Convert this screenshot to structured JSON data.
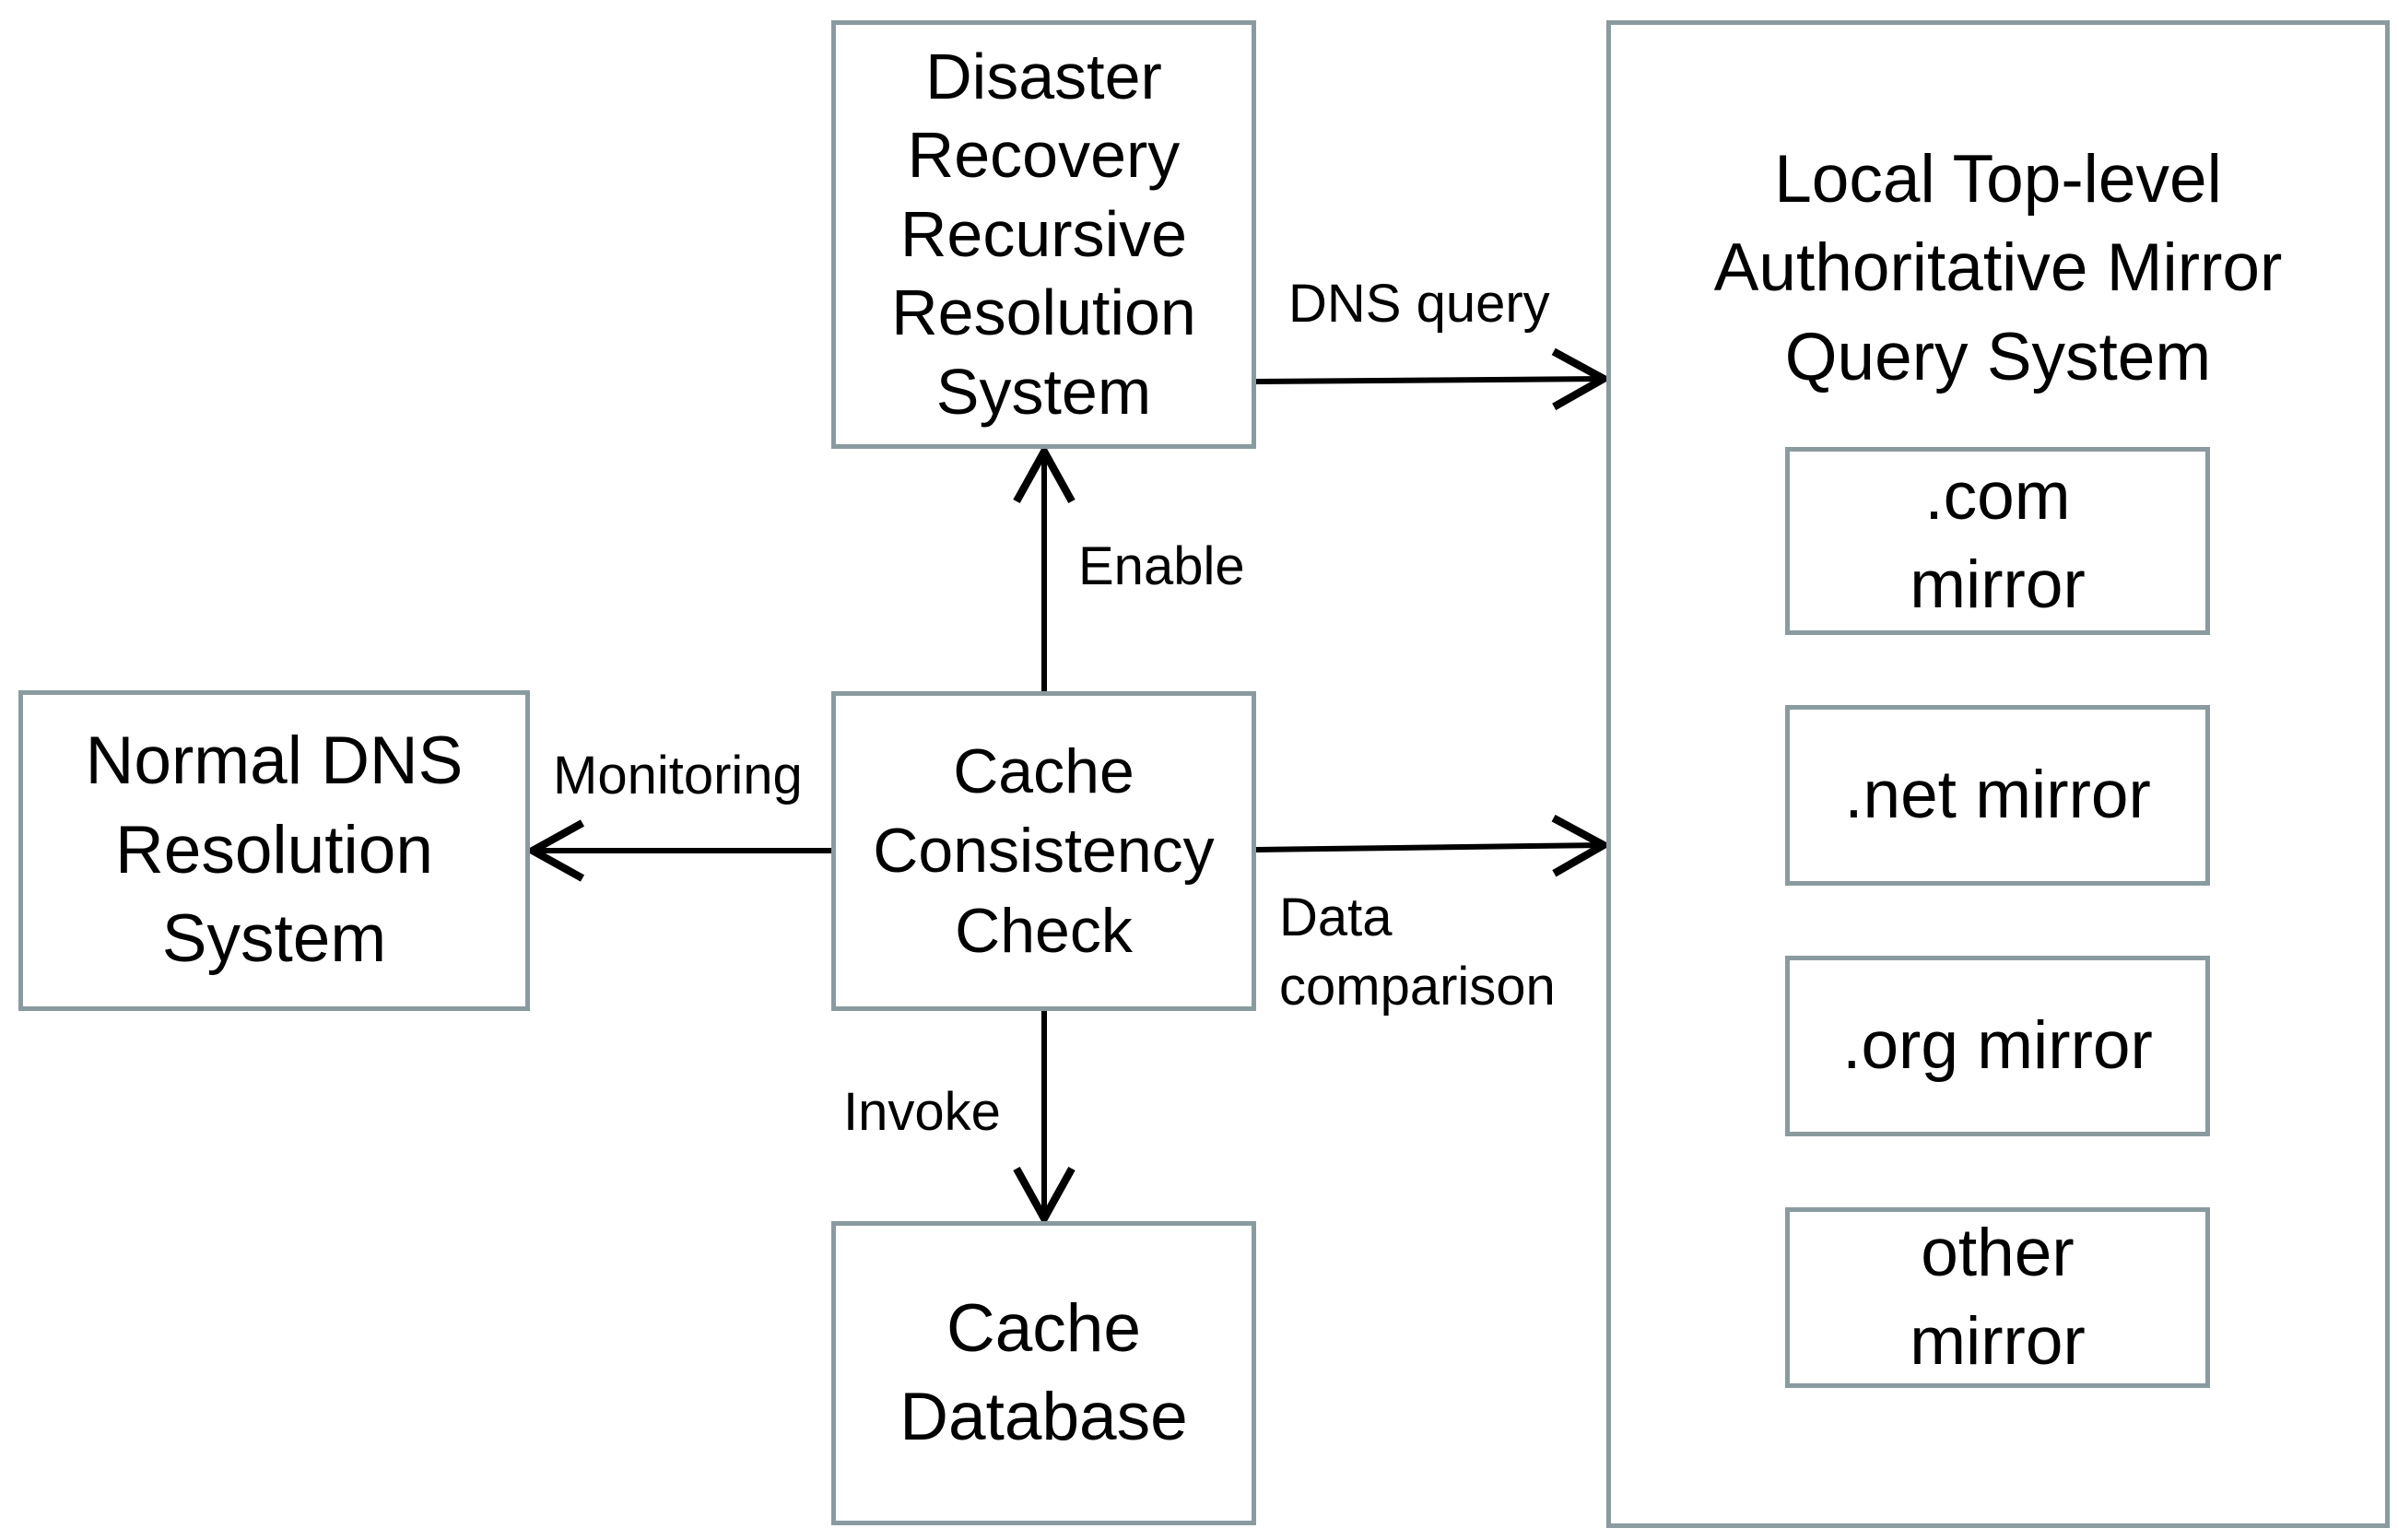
{
  "nodes": {
    "disaster_recovery": "Disaster\nRecovery\nRecursive\nResolution\nSystem",
    "normal_dns": "Normal DNS\nResolution\nSystem",
    "cache_check": "Cache\nConsistency\nCheck",
    "cache_db": "Cache\nDatabase",
    "mirror_system": {
      "title": "Local Top-level\nAuthoritative Mirror\nQuery System",
      "mirrors": [
        ".com\nmirror",
        ".net mirror",
        ".org mirror",
        "other\nmirror"
      ]
    }
  },
  "edges": {
    "dns_query": "DNS query",
    "enable": "Enable",
    "monitoring": "Monitoring",
    "data_comparison": "Data\ncomparison",
    "invoke": "Invoke"
  },
  "colors": {
    "box_border": "#8a9ba0",
    "arrow": "#000000"
  }
}
